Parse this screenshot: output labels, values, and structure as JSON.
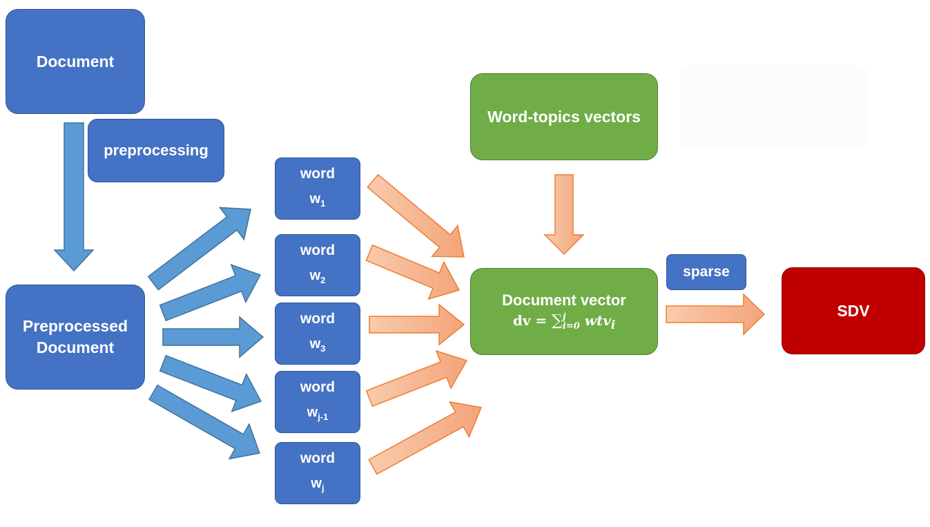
{
  "colors": {
    "blue_box": "#4472c4",
    "green_box": "#70ad47",
    "red_box": "#c00000",
    "blue_arrow": "#5b9bd5",
    "orange_arrow": "#f4b183"
  },
  "nodes": {
    "document": "Document",
    "preprocessing": "preprocessing",
    "preprocessed_line1": "Preprocessed",
    "preprocessed_line2": "Document",
    "word_topics": "Word-topics vectors",
    "document_vector": "Document vector",
    "formula": {
      "lhs": "dv =",
      "sum": "∑",
      "upper": "j",
      "lower": "i=0",
      "body": "wtv",
      "sub": "i"
    },
    "sparse": "sparse",
    "sdv": "SDV"
  },
  "words": [
    {
      "label": "word",
      "symbol": "w",
      "sub": "1"
    },
    {
      "label": "word",
      "symbol": "w",
      "sub": "2"
    },
    {
      "label": "word",
      "symbol": "w",
      "sub": "3"
    },
    {
      "label": "word",
      "symbol": "w",
      "sub": "j-1"
    },
    {
      "label": "word",
      "symbol": "w",
      "sub": "j"
    }
  ]
}
